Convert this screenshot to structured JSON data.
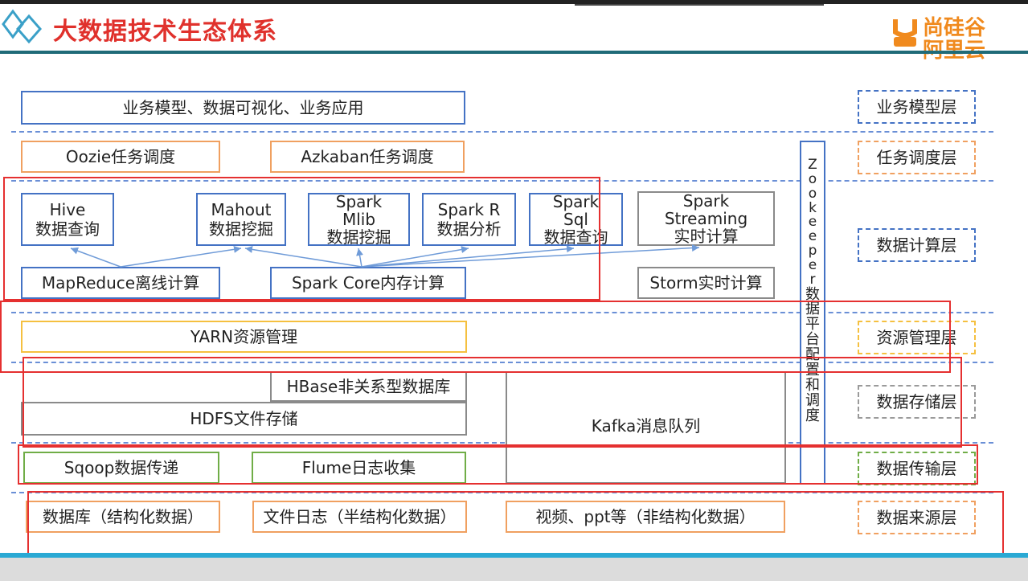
{
  "header": {
    "title": "大数据技术生态体系",
    "logo_top": "尚硅谷",
    "logo_bottom": "阿里云"
  },
  "diagram": {
    "business": "业务模型、数据可视化、业务应用",
    "oozie": "Oozie任务调度",
    "azkaban": "Azkaban任务调度",
    "hive": [
      "Hive",
      "数据查询"
    ],
    "mahout": [
      "Mahout",
      "数据挖掘"
    ],
    "spark_mlib": [
      "Spark",
      "Mlib",
      "数据挖掘"
    ],
    "spark_r": [
      "Spark R",
      "数据分析"
    ],
    "spark_sql": [
      "Spark",
      "Sql",
      "数据查询"
    ],
    "spark_streaming": [
      "Spark",
      "Streaming",
      "实时计算"
    ],
    "mapreduce": "MapReduce离线计算",
    "spark_core": "Spark Core内存计算",
    "storm": "Storm实时计算",
    "yarn": "YARN资源管理",
    "hbase": "HBase非关系型数据库",
    "hdfs": "HDFS文件存储",
    "kafka": "Kafka消息队列",
    "sqoop": "Sqoop数据传递",
    "flume": "Flume日志收集",
    "db": "数据库（结构化数据）",
    "file_log": "文件日志（半结构化数据）",
    "video": "视频、ppt等（非结构化数据）",
    "zookeeper": [
      "Z",
      "o",
      "o",
      "k",
      "e",
      "e",
      "p",
      "e",
      "r",
      "数",
      "据",
      "平",
      "台",
      "配",
      "置",
      "和",
      "调",
      "度"
    ]
  },
  "layers": {
    "business": "业务模型层",
    "scheduling": "任务调度层",
    "compute": "数据计算层",
    "resource": "资源管理层",
    "storage": "数据存储层",
    "transfer": "数据传输层",
    "source": "数据来源层"
  }
}
